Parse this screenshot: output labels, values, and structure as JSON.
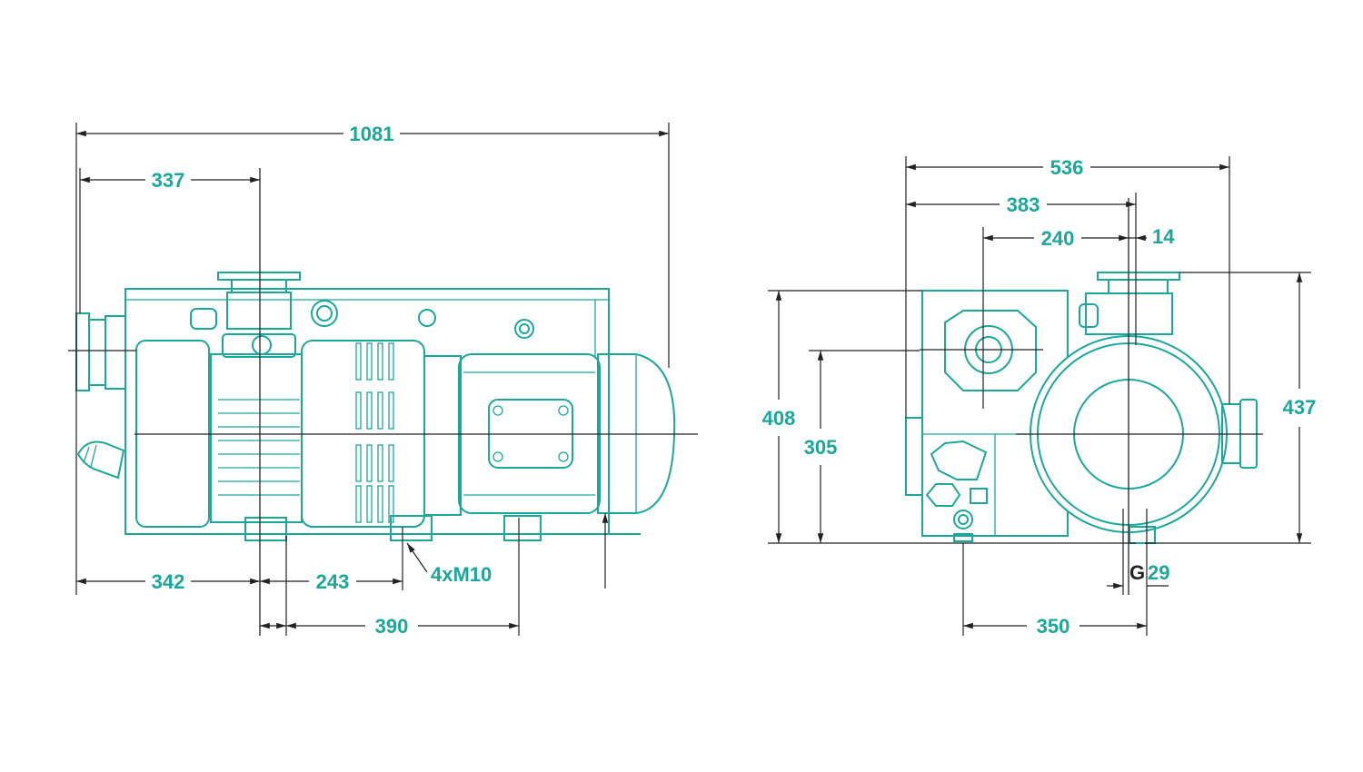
{
  "colors": {
    "outline": "#1aa89a",
    "dimension_line": "#222222",
    "background": "#ffffff"
  },
  "side_view": {
    "overall_length": "1081",
    "inlet_offset": "337",
    "foot_left": "342",
    "foot_spacing_a": "243",
    "foot_spacing_b": "390",
    "bolt_label": "4xM10"
  },
  "end_view": {
    "overall_width": "536",
    "width_to_axis": "383",
    "width_240": "240",
    "offset_14": "14",
    "height_408": "408",
    "height_305": "305",
    "height_437": "437",
    "g_label": "G",
    "offset_29": "29",
    "foot_width": "350"
  }
}
